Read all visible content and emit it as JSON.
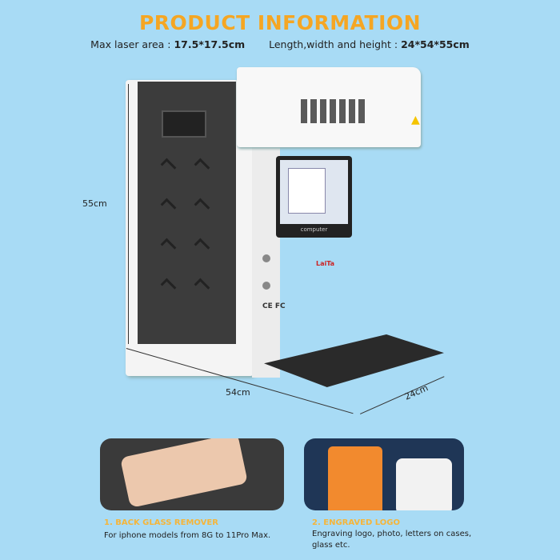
{
  "header": {
    "title": "PRODUCT INFORMATION",
    "spec1_label": "Max laser area : ",
    "spec1_value": "17.5*17.5cm",
    "spec2_label": "Length,width and height : ",
    "spec2_value": "24*54*55cm"
  },
  "dimensions": {
    "height": "55cm",
    "length": "54cm",
    "width": "24cm"
  },
  "machine": {
    "screen_brand": "computer",
    "logo": "LaiTa",
    "cert": "CE FC"
  },
  "features": [
    {
      "title": "1. BACK GLASS REMOVER",
      "text": "For iphone models from 8G to 11Pro Max."
    },
    {
      "title": "2. ENGRAVED LOGO",
      "text": "Engraving logo, photo, letters on cases, glass etc."
    }
  ],
  "colors": {
    "background": "#a8dbf5",
    "accent": "#f5a623"
  }
}
